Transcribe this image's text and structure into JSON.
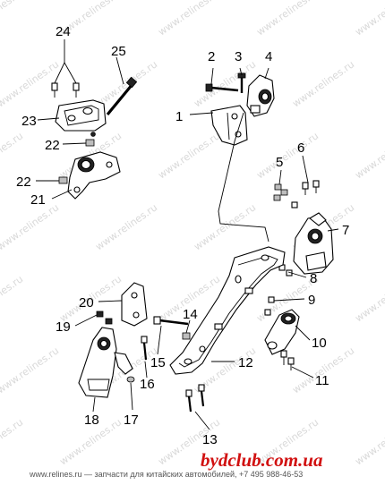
{
  "diagram": {
    "watermark": "www.relines.ru",
    "callouts": [
      "1",
      "2",
      "3",
      "4",
      "5",
      "6",
      "7",
      "8",
      "9",
      "10",
      "11",
      "12",
      "13",
      "14",
      "15",
      "16",
      "17",
      "18",
      "19",
      "20",
      "21",
      "22",
      "22",
      "23",
      "24",
      "25"
    ]
  },
  "footer": {
    "text": "www.relines.ru — запчасти для китайских автомобилей, +7 495 988-46-53",
    "logo": "bydclub.com.ua"
  },
  "colors": {
    "logo": "#d11010",
    "watermark": "#d9d9d9",
    "line": "#000000"
  }
}
